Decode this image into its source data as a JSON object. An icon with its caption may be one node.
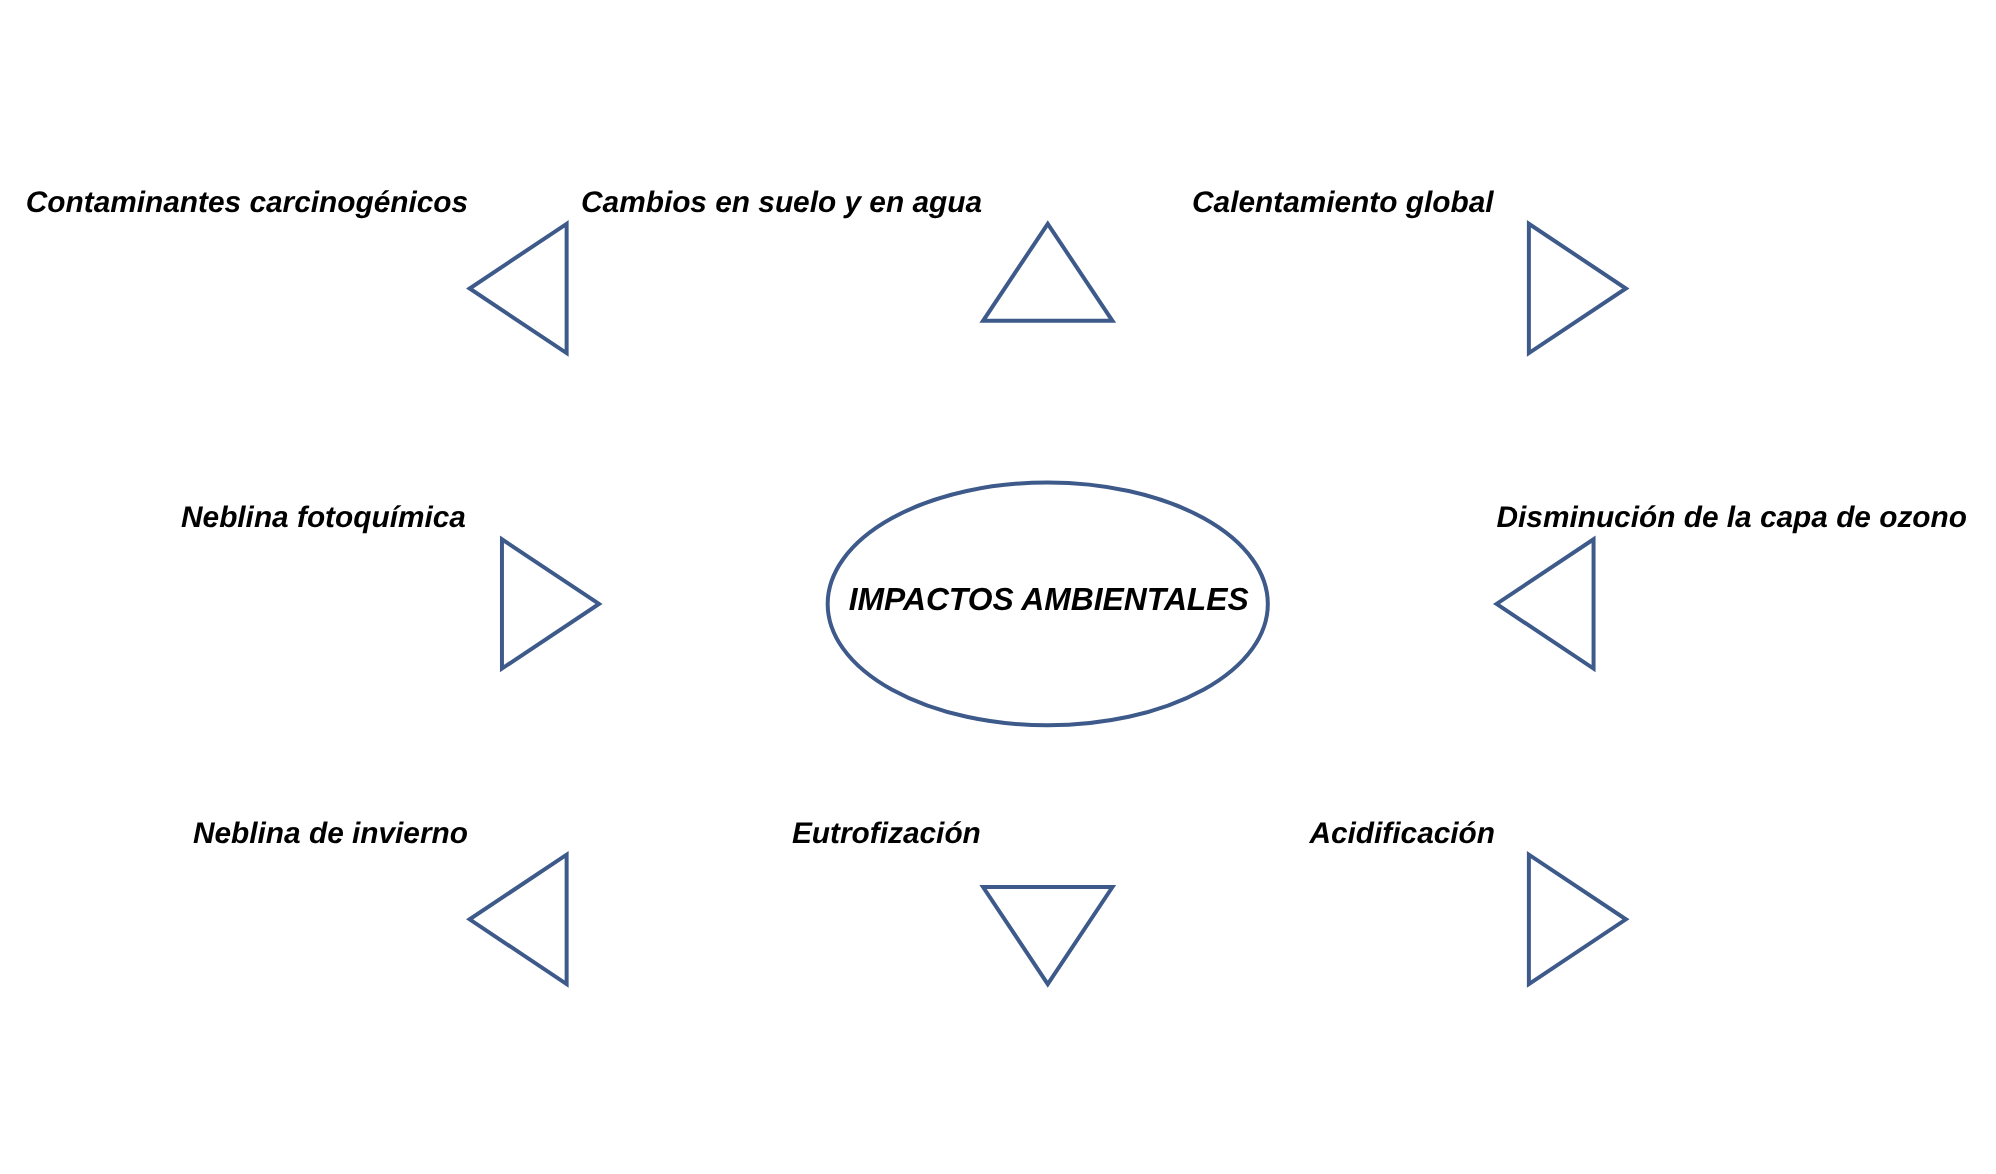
{
  "diagram": {
    "nodes": [
      {
        "text": [
          "IMPACTOS AMBIENTALES"
        ]
      },
      {
        "text": [],
        "shape": "triangle",
        "beside": [
          "Cambios en suelo y en agua"
        ]
      },
      {
        "text": [],
        "shape": "triangle",
        "beside": [
          "Contaminantes carcinogénicos"
        ]
      },
      {
        "text": [],
        "shape": "triangle",
        "beside": [
          "Calentamiento global"
        ]
      },
      {
        "text": [],
        "shape": "triangle",
        "beside": [
          "Neblina fotoquímica"
        ]
      },
      {
        "text": [],
        "shape": "triangle",
        "beside": [
          "Disminución de la capa de ozono"
        ]
      },
      {
        "text": [],
        "shape": "triangle",
        "beside": [
          "Neblina de invierno"
        ]
      },
      {
        "text": [],
        "shape": "triangle",
        "beside": [
          "Acidificación"
        ]
      },
      {
        "text": [],
        "shape": "triangle",
        "beside": [
          "Eutrofización"
        ]
      }
    ]
  }
}
